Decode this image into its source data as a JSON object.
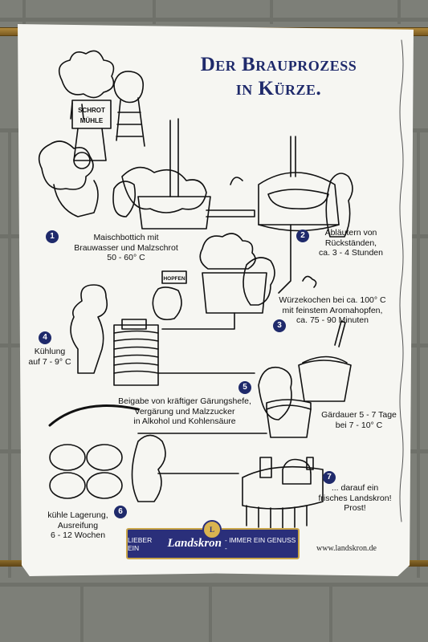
{
  "poster": {
    "title_line1": "Der Brauprozess",
    "title_line2": "in Kürze.",
    "sign_text_1": "SCHROT",
    "sign_text_2": "MÜHLE",
    "hopfen_sign": "HOPFEN",
    "steps": [
      {
        "number": "1",
        "text_lines": [
          "Maischbottich mit",
          "Brauwasser und Malzschrot",
          "50 - 60° C"
        ]
      },
      {
        "number": "2",
        "text_lines": [
          "Abläutern von",
          "Rückständen,",
          "ca. 3 - 4 Stunden"
        ]
      },
      {
        "number": "3",
        "text_lines": [
          "Würzekochen bei ca. 100° C",
          "mit feinstem Aromahopfen,",
          "ca. 75 - 90 Minuten"
        ]
      },
      {
        "number": "4",
        "text_lines": [
          "Kühlung",
          "auf 7 - 9° C"
        ]
      },
      {
        "number": "5",
        "text_lines": [
          "Beigabe von kräftiger Gärungshefe,",
          "Vergärung und Malzzucker",
          "in Alkohol und Kohlensäure"
        ]
      },
      {
        "number": "6",
        "text_lines": [
          "kühle Lagerung,",
          "Ausreifung",
          "6 - 12 Wochen"
        ]
      },
      {
        "number": "7",
        "text_lines": [
          "... darauf ein",
          "frisches Landskron!",
          "Prost!"
        ]
      }
    ],
    "gaerdauer_lines": [
      "Gärdauer 5 - 7 Tage",
      "bei 7 - 10° C"
    ],
    "banner": {
      "left": "LIEBER EIN",
      "brand": "Landskron",
      "right": "- IMMER EIN GENUSS -",
      "crest": "L"
    },
    "url": "www.landskron.de"
  }
}
